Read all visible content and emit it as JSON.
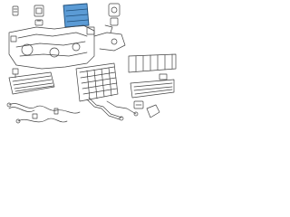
{
  "diagram": {
    "kind": "exploded parts diagram",
    "highlighted_part": "hvac-core-module",
    "colors": {
      "line": "#444444",
      "highlight_fill": "#5b9bd5",
      "highlight_stroke": "#1f4e79",
      "background": "#ffffff"
    },
    "parts": [
      {
        "name": "small-clip-top-left",
        "icon": "clip"
      },
      {
        "name": "small-bracket-top",
        "icon": "bracket"
      },
      {
        "name": "hvac-core-module",
        "icon": "core",
        "highlighted": true
      },
      {
        "name": "blower-motor",
        "icon": "motor"
      },
      {
        "name": "hvac-case-assembly",
        "icon": "case"
      },
      {
        "name": "sensor-left",
        "icon": "sensor"
      },
      {
        "name": "heater-core",
        "icon": "core"
      },
      {
        "name": "evaporator-core",
        "icon": "core"
      },
      {
        "name": "cabin-air-filter",
        "icon": "filter"
      },
      {
        "name": "radiator-core-right",
        "icon": "core"
      },
      {
        "name": "hose-assembly",
        "icon": "hose"
      },
      {
        "name": "pipe-assembly",
        "icon": "pipe"
      },
      {
        "name": "bracket-bottom-right",
        "icon": "bracket"
      }
    ]
  }
}
